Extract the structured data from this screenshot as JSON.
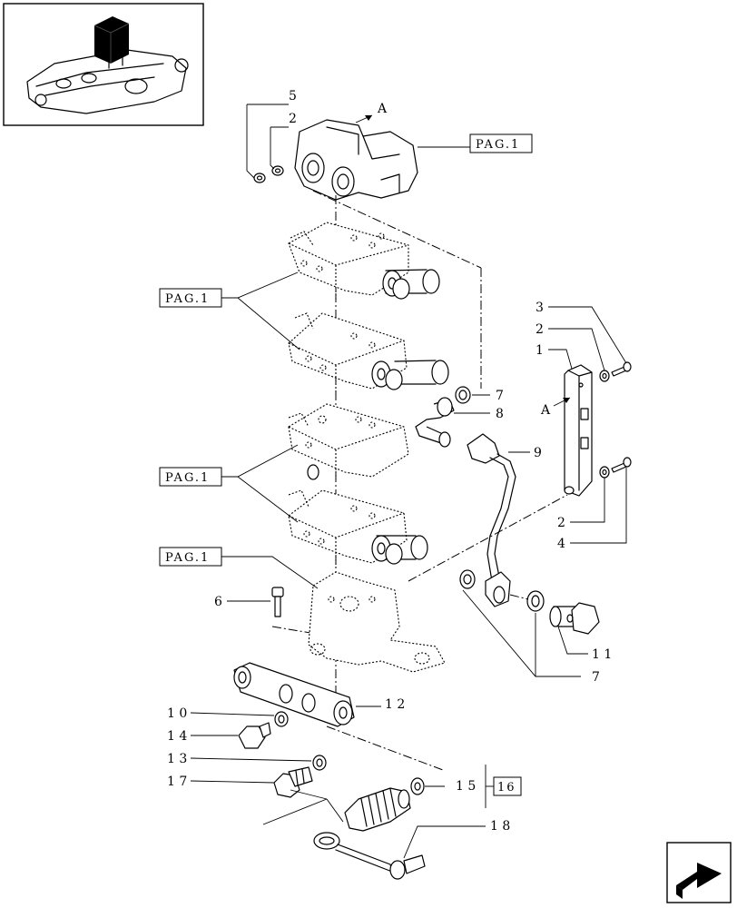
{
  "callouts": {
    "c5": "5",
    "c2_top": "2",
    "c3": "3",
    "c2_right_top": "2",
    "c1": "1",
    "c7_top": "7",
    "c8": "8",
    "c9": "9",
    "c2_right_bottom": "2",
    "c4": "4",
    "c6": "6",
    "c11": "1 1",
    "c7_bottom": "7",
    "c10": "1 0",
    "c12": "1 2",
    "c14": "1 4",
    "c13": "1 3",
    "c17": "1 7",
    "c15": "1 5",
    "c18": "1 8"
  },
  "view_markers": {
    "a_top": "A",
    "a_right": "A"
  },
  "reference_boxes": {
    "pag_top": "PAG.1",
    "pag_upper": "PAG.1",
    "pag_middle": "PAG.1",
    "pag_lower": "PAG.1",
    "kit_16": "16"
  },
  "icons": {
    "thumbnail": "tractor-rear-housing-thumbnail",
    "nav": "next-page-arrow-icon"
  }
}
